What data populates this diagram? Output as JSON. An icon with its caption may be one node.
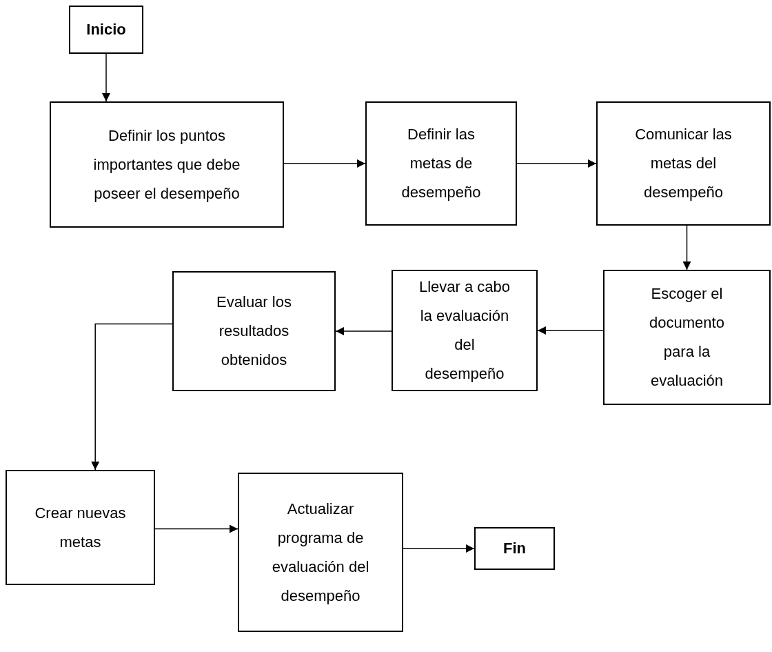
{
  "diagram": {
    "nodes": [
      {
        "text": [
          "Inicio"
        ]
      },
      {
        "text": [
          "Definir los puntos importantes que debe poseer el desempeño"
        ]
      },
      {
        "text": [
          "Definir las metas de desempeño"
        ]
      },
      {
        "text": [
          "Comunicar las metas del desempeño"
        ]
      },
      {
        "text": [
          "Escoger el documento para la evaluación"
        ]
      },
      {
        "text": [
          "Llevar a cabo la evaluación del desempeño"
        ]
      },
      {
        "text": [
          "Evaluar los resultados obtenidos"
        ]
      },
      {
        "text": [
          "Crear nuevas metas"
        ]
      },
      {
        "text": [
          "Actualizar programa de evaluación del desempeño"
        ]
      },
      {
        "text": [
          "Fin"
        ]
      }
    ],
    "edges": [
      {
        "from": 0,
        "to": 1,
        "arrow": "to"
      },
      {
        "from": 1,
        "to": 2,
        "arrow": "to"
      },
      {
        "from": 2,
        "to": 3,
        "arrow": "to"
      },
      {
        "from": 3,
        "to": 4,
        "arrow": "to"
      },
      {
        "from": 4,
        "to": 5,
        "arrow": "to"
      },
      {
        "from": 5,
        "to": 6,
        "arrow": "to"
      },
      {
        "from": 6,
        "to": 7,
        "arrow": "to"
      },
      {
        "from": 7,
        "to": 8,
        "arrow": "to"
      },
      {
        "from": 8,
        "to": 9,
        "arrow": "to"
      }
    ]
  }
}
